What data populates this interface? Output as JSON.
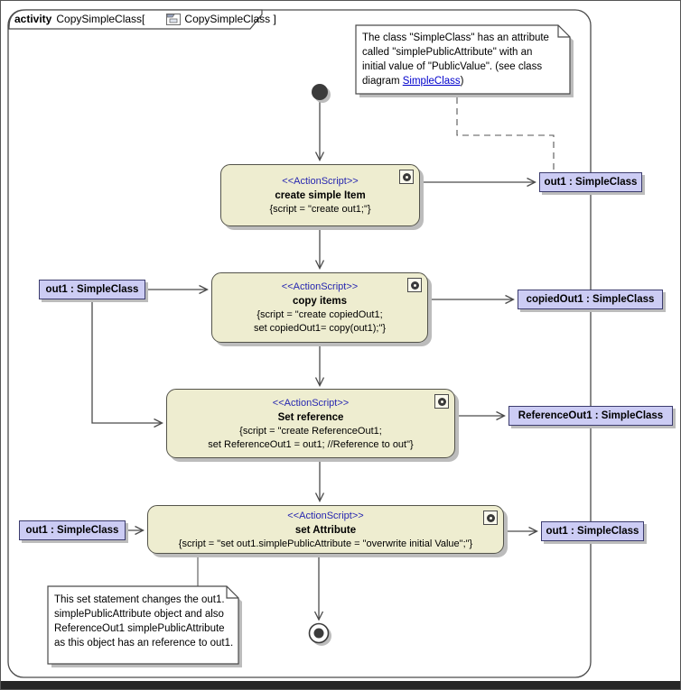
{
  "header": {
    "keyword": "activity",
    "name": "CopySimpleClass[",
    "diagram_name": "CopySimpleClass ]"
  },
  "notes": {
    "top": {
      "lines": [
        "The class \"SimpleClass\" has an attribute",
        "called \"simplePublicAttribute\" with an",
        "initial value of \"PublicValue\". (see class"
      ],
      "last_line_prefix": "diagram ",
      "link": "SimpleClass",
      "last_line_suffix": ")"
    },
    "bottom": {
      "lines": [
        "This set statement changes the out1.",
        "simplePublicAttribute object and also",
        "ReferenceOut1 simplePublicAttribute",
        "as this object has an reference to out1."
      ]
    }
  },
  "actions": [
    {
      "stereotype": "<<ActionScript>>",
      "name": "create simple Item",
      "script_lines": [
        "{script = \"create out1;\"}"
      ]
    },
    {
      "stereotype": "<<ActionScript>>",
      "name": "copy items",
      "script_lines": [
        "{script = \"create copiedOut1;",
        "set copiedOut1= copy(out1);\"}"
      ]
    },
    {
      "stereotype": "<<ActionScript>>",
      "name": "Set reference",
      "script_lines": [
        "{script = \"create ReferenceOut1;",
        "set ReferenceOut1 = out1; //Reference to out\"}"
      ]
    },
    {
      "stereotype": "<<ActionScript>>",
      "name": "set Attribute",
      "script_lines": [
        "{script = \"set out1.simplePublicAttribute = \"overwrite initial Value\";\"}"
      ]
    }
  ],
  "objects": [
    {
      "label": "out1 : SimpleClass"
    },
    {
      "label": "out1 : SimpleClass"
    },
    {
      "label": "copiedOut1 : SimpleClass"
    },
    {
      "label": "ReferenceOut1 : SimpleClass"
    },
    {
      "label": "out1 : SimpleClass"
    },
    {
      "label": "out1 : SimpleClass"
    }
  ],
  "colors": {
    "action_fill": "#eeedd0",
    "action_border": "#53534a",
    "object_fill": "#ccccf4",
    "object_border": "#3c3c6e",
    "stereotype_text": "#2626b0",
    "link_text": "#0000cc",
    "edge": "#4a4a4a",
    "shadow": "#bcbcbc"
  }
}
